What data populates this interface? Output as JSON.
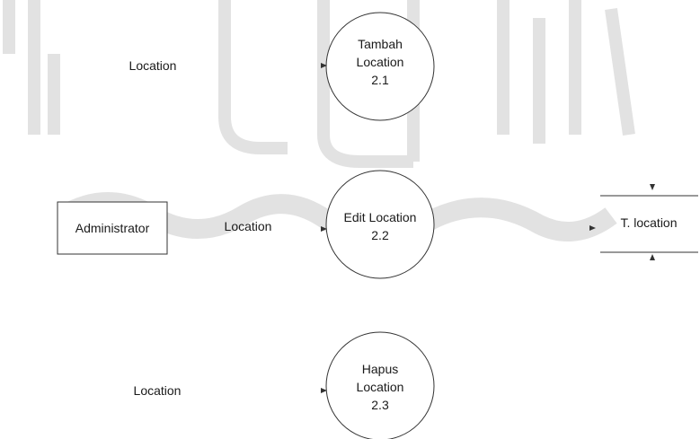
{
  "diagram": {
    "entity": {
      "label": "Administrator"
    },
    "data_store": {
      "label": "T. location"
    },
    "processes": [
      {
        "id": "2.1",
        "name_line_1": "Tambah",
        "name_line_2": "Location",
        "number": "2.1"
      },
      {
        "id": "2.2",
        "name_line_1": "Edit Location",
        "name_line_2": "",
        "number": "2.2"
      },
      {
        "id": "2.3",
        "name_line_1": "Hapus",
        "name_line_2": "Location",
        "number": "2.3"
      }
    ],
    "flows": [
      {
        "label": "Location",
        "to": "2.1"
      },
      {
        "label": "Location",
        "to": "2.2"
      },
      {
        "label": "Location",
        "to": "2.3"
      }
    ],
    "colors": {
      "stroke": "#333333",
      "text": "#1a1a1a",
      "watermark": "#e2e2e2"
    }
  }
}
